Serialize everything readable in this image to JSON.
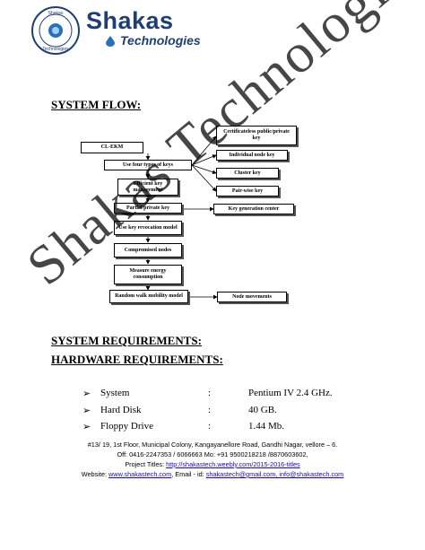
{
  "header": {
    "brand_top": "Shakas",
    "brand_bottom": "Technologies",
    "badge_text_top": "Shakas",
    "badge_text_bottom": "Technologies"
  },
  "sections": {
    "system_flow": "SYSTEM FLOW:",
    "system_requirements": "SYSTEM REQUIREMENTS:",
    "hardware_requirements": "HARDWARE REQUIREMENTS:"
  },
  "flow": {
    "cl_ekm": "CL-EKM",
    "four_types": "Use four types of keys",
    "efficient": "Efficient key management",
    "partial": "Partial private key",
    "revocation": "Use key revocation model",
    "compromised": "Compromised nodes",
    "energy": "Measure energy consumption",
    "random_walk": "Random walk mobility model",
    "certless": "Certificateless public/private key",
    "individual": "Individual node key",
    "cluster": "Cluster key",
    "pairwise": "Pair-wise key",
    "keygen": "Key generation center",
    "node_movements": "Node movements"
  },
  "hardware": [
    {
      "bullet": "➢",
      "name": "System",
      "colon": ":",
      "value": "Pentium IV 2.4 GHz."
    },
    {
      "bullet": "➢",
      "name": "Hard Disk",
      "colon": ":",
      "value": "40 GB."
    },
    {
      "bullet": "➢",
      "name": "Floppy Drive",
      "colon": ":",
      "value": "1.44 Mb."
    }
  ],
  "footer": {
    "address": "#13/ 19, 1st Floor, Municipal Colony, Kangayanellore Road, Gandhi Nagar, vellore – 6.",
    "phone": "Off: 0416-2247353  / 6066663 Mo: +91 9500218218 /8870603602,",
    "project_prefix": "Project Titles: ",
    "project_link": "http://shakastech.weebly.com/2015-2016-titles",
    "website_prefix": "Website: ",
    "website_link": "www.shakastech.com",
    "email_prefix": ",  Email - id: ",
    "email_link": "shakastech@gmail.com, info@shakastech.com"
  },
  "watermark": "Shakas Technologies"
}
